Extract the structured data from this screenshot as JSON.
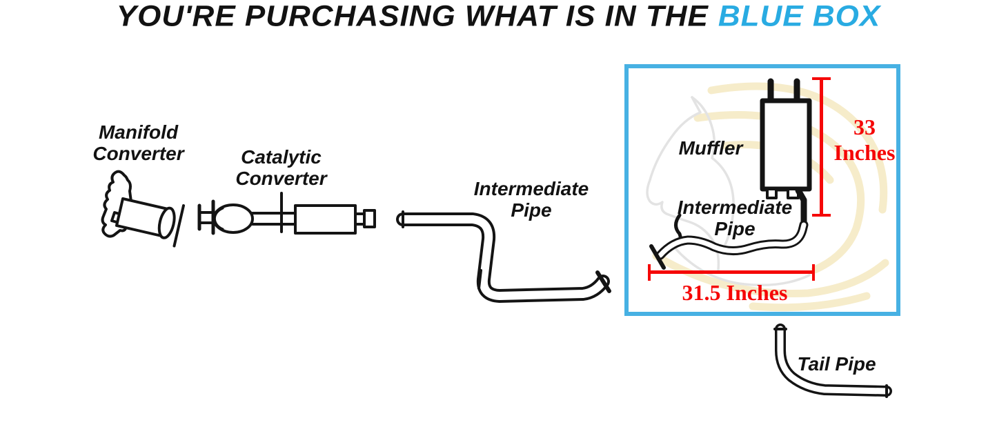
{
  "title": {
    "prefix": "YOU'RE PURCHASING WHAT IS IN THE",
    "highlight": "BLUE BOX"
  },
  "parts": {
    "manifold_converter": {
      "line1": "Manifold",
      "line2": "Converter"
    },
    "catalytic_converter": {
      "line1": "Catalytic",
      "line2": "Converter"
    },
    "intermediate_pipe": {
      "line1": "Intermediate",
      "line2": "Pipe"
    },
    "muffler": {
      "label": "Muffler"
    },
    "intermediate_pipe_boxed": {
      "line1": "Intermediate",
      "line2": "Pipe"
    },
    "tail_pipe": {
      "label": "Tail Pipe"
    }
  },
  "dimensions": {
    "muffler_height_value": "33",
    "muffler_height_unit": "Inches",
    "pipe_length": "31.5 Inches"
  },
  "colors": {
    "ink": "#121212",
    "accent_blue": "#29ABE2",
    "box_border": "#47B1E3",
    "dimension_red": "#F50707",
    "watermark_gray": "#E3E3E3",
    "watermark_gold": "#F6ECCA"
  }
}
